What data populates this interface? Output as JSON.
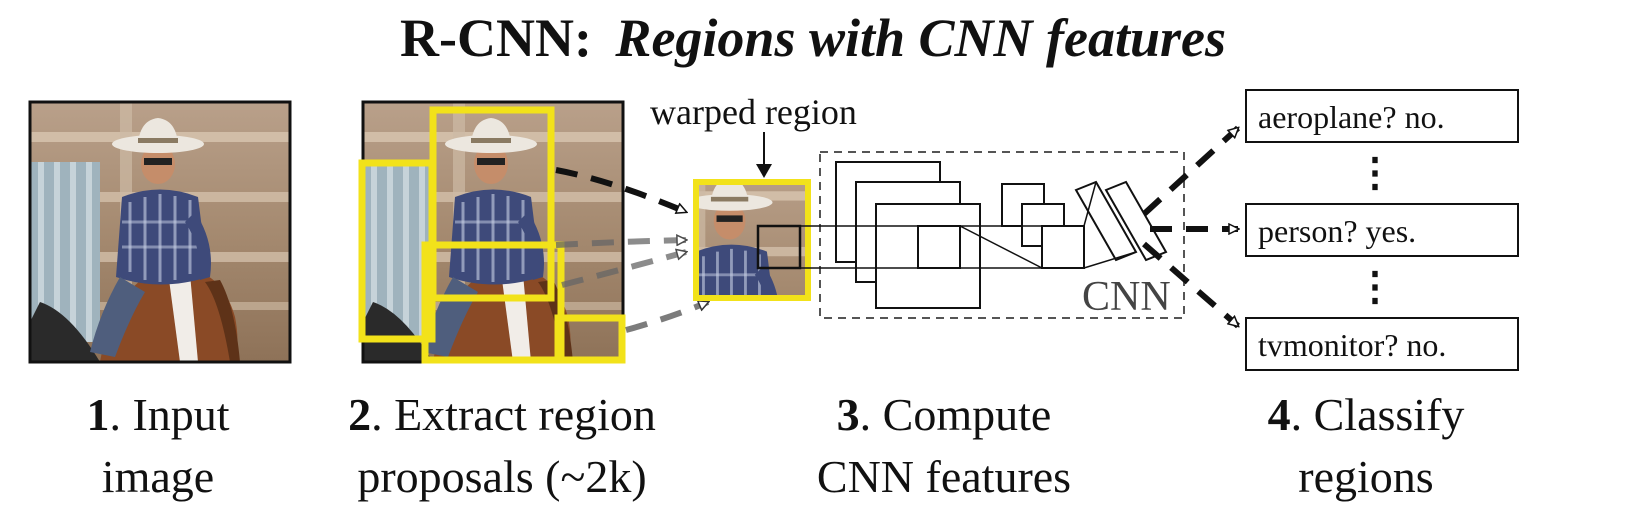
{
  "title": {
    "prefix": "R-CNN:",
    "emphasis": "Regions with CNN features"
  },
  "steps": [
    {
      "number": "1",
      "line1": ". Input",
      "line2": "image"
    },
    {
      "number": "2",
      "line1": ". Extract region",
      "line2": "proposals (~2k)"
    },
    {
      "number": "3",
      "line1": ". Compute",
      "line2": "CNN features"
    },
    {
      "number": "4",
      "line1": ". Classify",
      "line2": "regions"
    }
  ],
  "warped_label": "warped region",
  "cnn_label": "CNN",
  "classes": [
    {
      "text": "aeroplane? no."
    },
    {
      "text": "person? yes."
    },
    {
      "text": "tvmonitor? no."
    }
  ],
  "colors": {
    "proposal_box": "#f2e21a",
    "stroke": "#111111",
    "dashed_arrow": "#222222",
    "faded_arrow": "#666666"
  }
}
